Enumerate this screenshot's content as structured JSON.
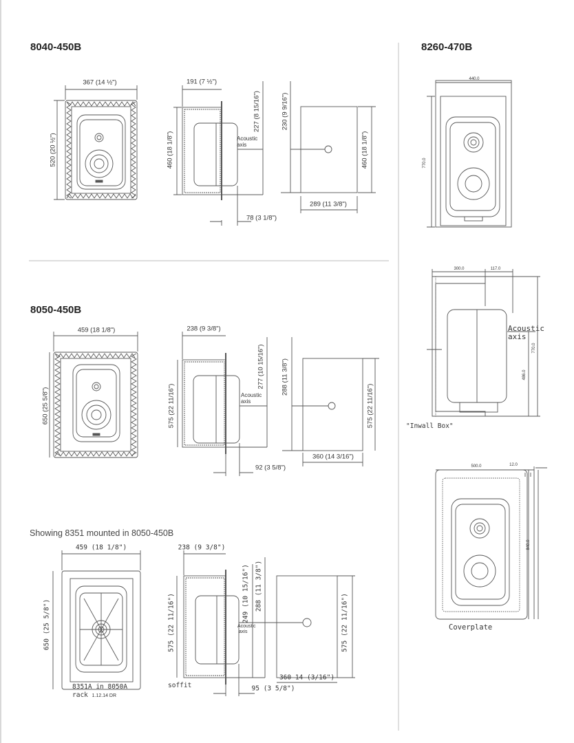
{
  "sections": {
    "s8040": {
      "title": "8040-450B",
      "width": "367 (14 ½\")",
      "height": "520 (20 ½\")",
      "depth": "191 (7 ½\")",
      "side_height": "460 (18 1/8\")",
      "axis_height": "227 (8 15/16\")",
      "acoustic": "Acoustic",
      "axis": "axis",
      "protrusion": "78 (3 1/8\")",
      "rear_axis": "230 (9 9/16\")",
      "rear_height": "460 (18 1/8\")",
      "rear_width": "289 (11 3/8\")"
    },
    "s8050": {
      "title": "8050-450B",
      "width": "459 (18 1/8\")",
      "height": "650 (25 5/8\")",
      "depth": "238 (9 3/8\")",
      "side_height": "575 (22 11/16\")",
      "axis_height": "277 (10 15/16\")",
      "acoustic": "Acoustic",
      "axis": "axis",
      "protrusion": "92 (3 5/8\")",
      "rear_axis": "288 (11 3/8\")",
      "rear_height": "575 (22 11/16\")",
      "rear_width": "360 (14 3/16\")"
    },
    "s8351": {
      "caption": "Showing 8351 mounted in 8050-450B",
      "width": "459 (18 1/8\")",
      "height": "650 (25 5/8\")",
      "note1": "8351A in 8050A",
      "note2": "rack",
      "note_date": "1.12.14 DR",
      "depth": "238 (9 3/8\")",
      "side_height": "575 (22 11/16\")",
      "axis_height": "249 (10 15/16\")",
      "axis_height2": "288 (11 3/8\")",
      "acoustic": "Acoustic",
      "axis": "axis",
      "soffit": "soffit",
      "protrusion": "95 (3 5/8\")",
      "rear_height": "575 (22 11/16\")",
      "rear_width": "360 14 (3/16\")"
    },
    "s8260": {
      "title": "8260-470B",
      "front_width": "440.0",
      "front_height": "770.0",
      "box_depth": "300.0",
      "box_protrusion": "117.0",
      "acoustic": "Acoustic",
      "axis": "axis",
      "box_height": "770.0",
      "axis_height": "486.0",
      "inwall_label": "\"Inwall Box\"",
      "cover_width": "500.0",
      "cover_thickness": "12.0",
      "cover_height": "840.0",
      "cover_label": "Coverplate"
    }
  }
}
